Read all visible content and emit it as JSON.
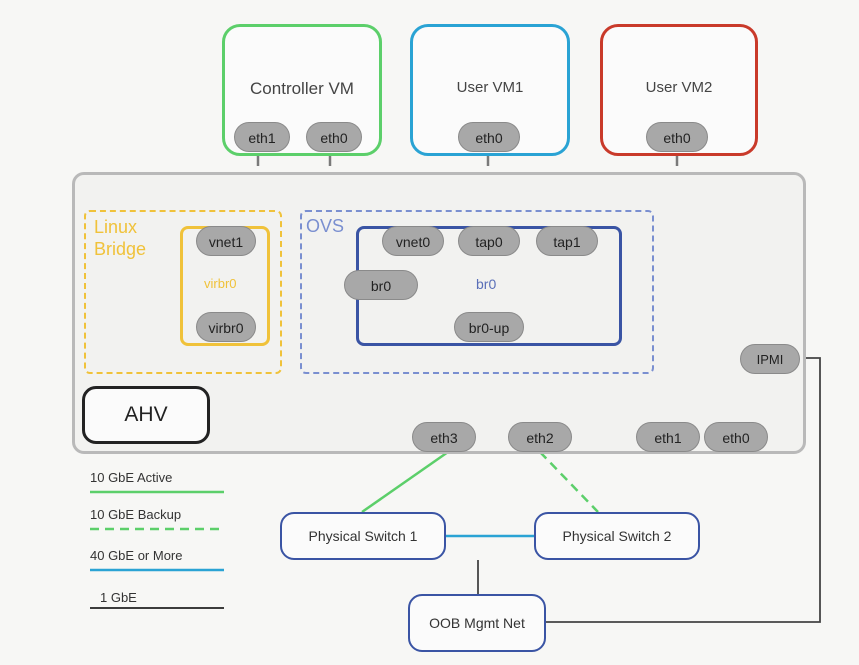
{
  "vms": {
    "controller": {
      "title": "Controller VM",
      "nics": [
        "eth1",
        "eth0"
      ],
      "color": "#5ccf6a"
    },
    "user1": {
      "title": "User VM1",
      "nics": [
        "eth0"
      ],
      "color": "#2aa3d4"
    },
    "user2": {
      "title": "User VM2",
      "nics": [
        "eth0"
      ],
      "color": "#c93a2a"
    }
  },
  "linux_bridge": {
    "title": "Linux\nBridge",
    "color": "#f0c23a",
    "bridge_label": "virbr0",
    "ports": [
      "vnet1",
      "virbr0"
    ]
  },
  "ovs": {
    "title": "OVS",
    "color": "#7a8fd0",
    "ports": [
      "vnet0",
      "tap0",
      "tap1"
    ],
    "bridge_port": "br0",
    "bridge_label": "br0",
    "uplink": "br0-up"
  },
  "host": {
    "hypervisor": "AHV",
    "ipmi": "IPMI",
    "nics": [
      "eth3",
      "eth2",
      "eth1",
      "eth0"
    ]
  },
  "network": {
    "switch1": "Physical Switch 1",
    "switch2": "Physical Switch 2",
    "oob": "OOB Mgmt Net"
  },
  "legend": [
    {
      "label": "10 GbE Active",
      "color": "#5ccf6a",
      "style": "solid"
    },
    {
      "label": "10 GbE Backup",
      "color": "#5ccf6a",
      "style": "dashed"
    },
    {
      "label": "40 GbE or More",
      "color": "#2aa3d4",
      "style": "solid"
    },
    {
      "label": "1 GbE",
      "color": "#222222",
      "style": "solid"
    }
  ]
}
